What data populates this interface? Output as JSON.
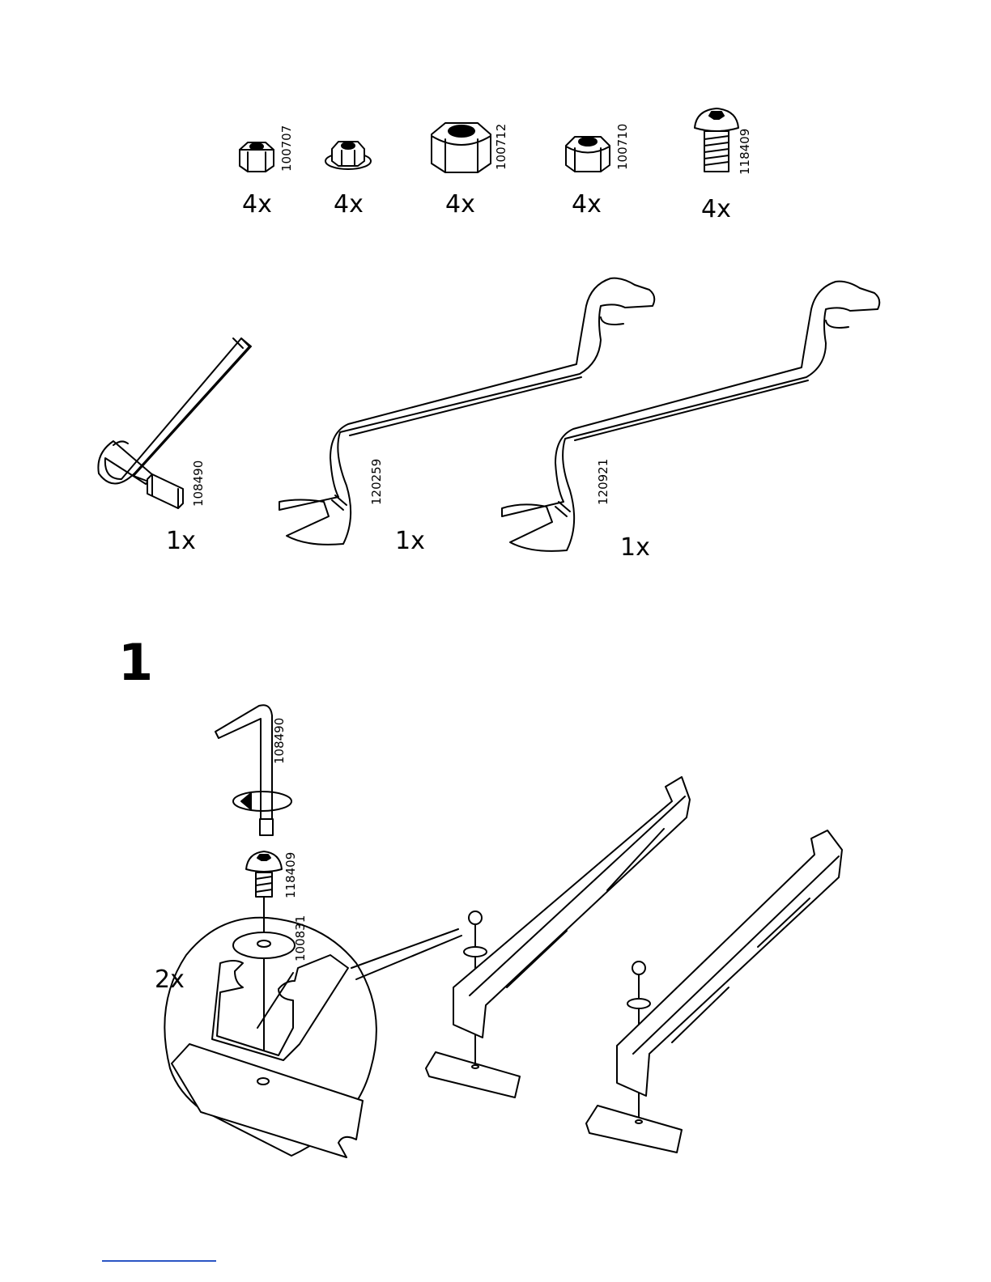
{
  "hardware": [
    {
      "code": "100707",
      "quantity": "4x",
      "icon": "small-hex-nut-icon"
    },
    {
      "code": "",
      "quantity": "4x",
      "icon": "flange-nut-icon"
    },
    {
      "code": "100712",
      "quantity": "4x",
      "icon": "large-hex-nut-icon"
    },
    {
      "code": "100710",
      "quantity": "4x",
      "icon": "hex-nut-icon"
    },
    {
      "code": "118409",
      "quantity": "4x",
      "icon": "button-head-bolt-icon"
    }
  ],
  "tools": [
    {
      "code": "108490",
      "quantity": "1x",
      "icon": "allen-key-icon"
    },
    {
      "code": "120259",
      "quantity": "1x",
      "icon": "offset-wrench-icon"
    },
    {
      "code": "120921",
      "quantity": "1x",
      "icon": "offset-wrench-icon"
    }
  ],
  "step1": {
    "number": "1",
    "allen_key_code": "108490",
    "bolt_code": "118409",
    "washer_code": "100831",
    "detail_quantity": "2x"
  },
  "colors": {
    "line": "#000000",
    "background": "#ffffff",
    "footer_rule": "#2b55c4"
  }
}
